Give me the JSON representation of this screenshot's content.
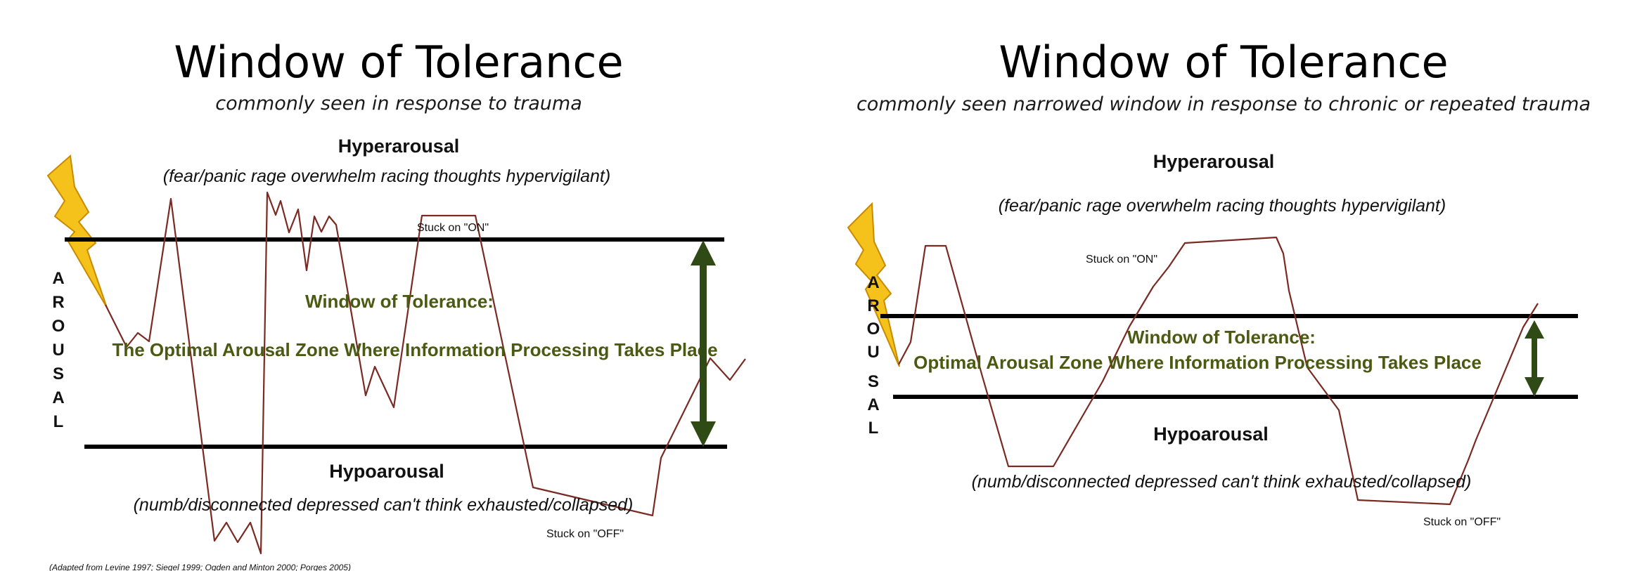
{
  "colors": {
    "background": "#ffffff",
    "band_line": "#000000",
    "trace_line": "#7a2a22",
    "window_text": "#4b5a12",
    "arrow": "#2f4a14",
    "lightning_fill": "#f5c21b",
    "lightning_stroke": "#c98a00"
  },
  "icons": {
    "lightning": "lightning-bolt-icon",
    "arrow": "double-headed-arrow-icon"
  },
  "left_panel": {
    "title": "Window of Tolerance",
    "subtitle": "commonly seen in response to trauma",
    "hyper_heading": "Hyperarousal",
    "hyper_states": "(fear/panic   rage   overwhelm   racing thoughts  hypervigilant)",
    "stuck_on": "Stuck on \"ON\"",
    "window_title": "Window of Tolerance:",
    "window_desc": "The Optimal Arousal Zone Where Information Processing Takes Place",
    "hypo_heading": "Hypoarousal",
    "hypo_states": "(numb/disconnected   depressed   can't think   exhausted/collapsed)",
    "stuck_off": "Stuck on \"OFF\"",
    "axis_letters": [
      "A",
      "R",
      "O",
      "U",
      "S",
      "A",
      "L"
    ],
    "citation": "(Adapted from Levine 1997; Siegel 1999; Ogden and Minton 2000; Porges 2005)"
  },
  "right_panel": {
    "title": "Window of Tolerance",
    "subtitle": "commonly seen narrowed  window in response to chronic or repeated trauma",
    "hyper_heading": "Hyperarousal",
    "hyper_states": "(fear/panic   rage   overwhelm   racing thoughts  hypervigilant)",
    "stuck_on": "Stuck on \"ON\"",
    "window_title": "Window of Tolerance:",
    "window_desc": "Optimal Arousal Zone Where Information Processing Takes Place",
    "hypo_heading": "Hypoarousal",
    "hypo_states": "(numb/disconnected   depressed   can't think  exhausted/collapsed)",
    "stuck_off": "Stuck on \"OFF\"",
    "axis_letters": [
      "A",
      "R",
      "O",
      "U",
      "S",
      "A",
      "L"
    ]
  }
}
